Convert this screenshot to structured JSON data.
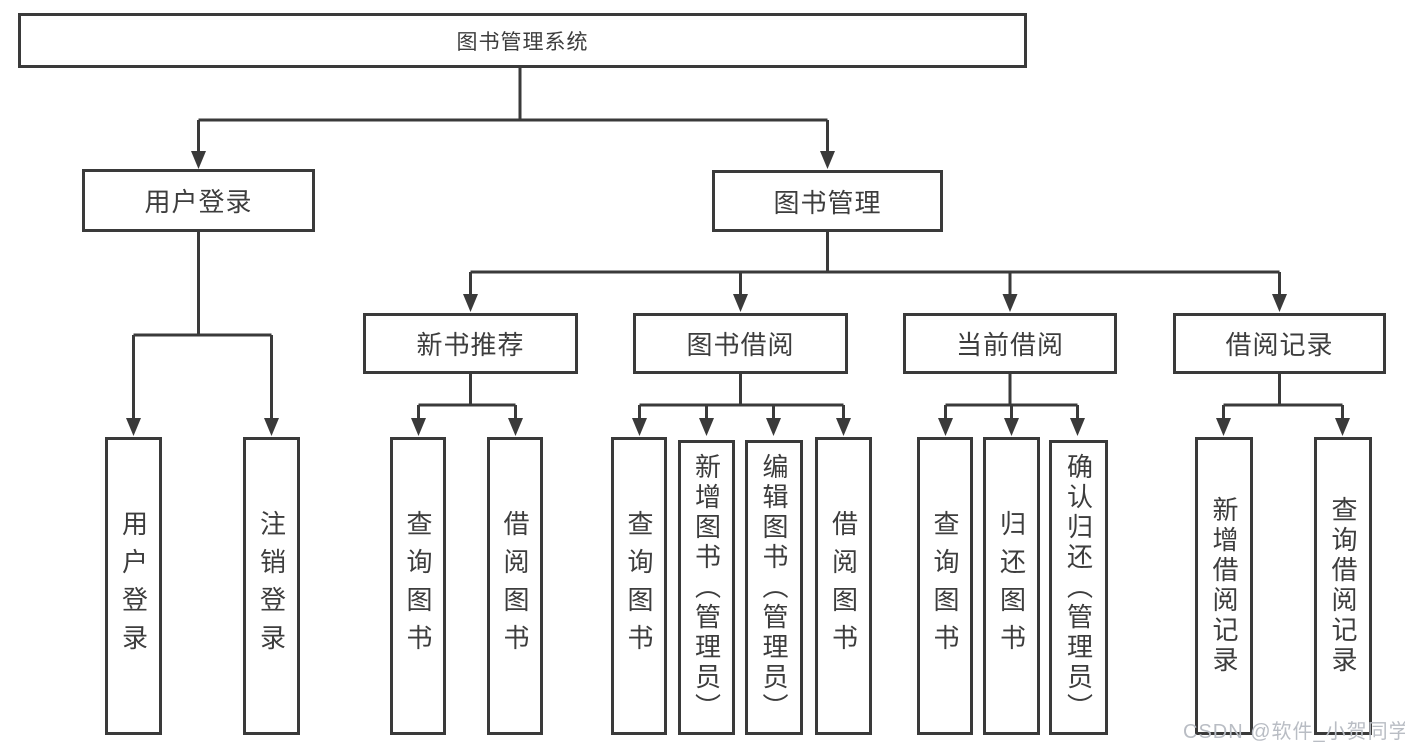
{
  "diagram": {
    "nodes": {
      "root": "图书管理系统",
      "user_login": "用户登录",
      "book_mgmt": "图书管理",
      "new_book_rec": "新书推荐",
      "book_borrow": "图书借阅",
      "current_borrow": "当前借阅",
      "borrow_records": "借阅记录",
      "leaf_user_login": "用户登录",
      "leaf_logout": "注销登录",
      "leaf_rec_query": "查询图书",
      "leaf_rec_borrow": "借阅图书",
      "leaf_bb_query": "查询图书",
      "leaf_bb_add": "新增图书（管理员）",
      "leaf_bb_edit": "编辑图书（管理员）",
      "leaf_bb_borrow": "借阅图书",
      "leaf_cb_query": "查询图书",
      "leaf_cb_return": "归还图书",
      "leaf_cb_confirm": "确认归还（管理员）",
      "leaf_br_add": "新增借阅记录",
      "leaf_br_query": "查询借阅记录"
    },
    "colors": {
      "line": "#3a3a3a",
      "text": "#3d3d3d",
      "background": "#ffffff",
      "watermark_color": "#b9bdc4"
    },
    "watermark": "CSDN @软件_小贺同学"
  }
}
